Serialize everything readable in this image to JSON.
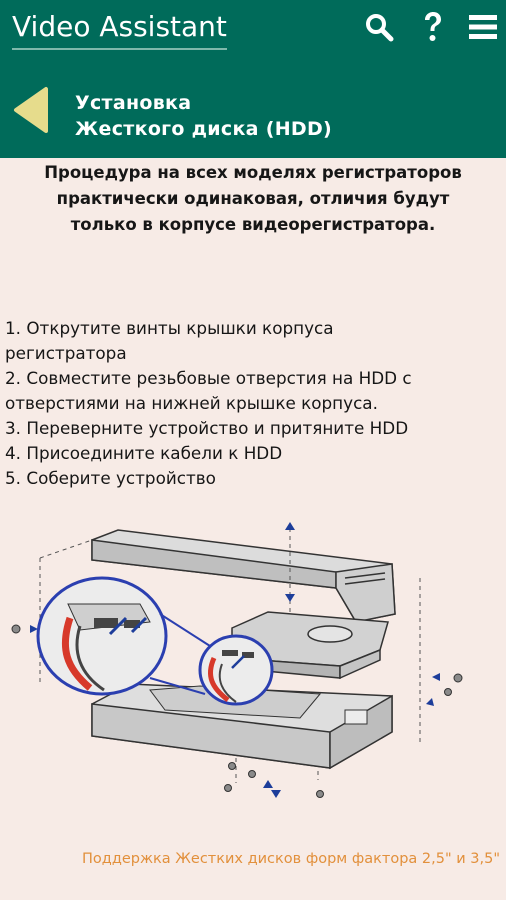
{
  "app": {
    "title": "Video Assistant"
  },
  "header": {
    "search_icon": "search-icon",
    "help_icon": "help-icon",
    "menu_icon": "menu-icon"
  },
  "page": {
    "title_line1": "Установка",
    "title_line2": "Жесткого диска (HDD)"
  },
  "intro": {
    "line1": "Процедура на всех моделях регистраторов",
    "line2": "практически одинаковая, отличия будут",
    "line3": "только в корпусе видеорегистратора."
  },
  "steps": [
    "1. Открутите винты крышки корпуса",
    "регистратора",
    "2. Совместите резьбовые отверстия на HDD с",
    "отверстиями на нижней крышке корпуса.",
    "3. Переверните устройство и притяните HDD",
    "4. Присоедините кабели к HDD",
    "5. Соберите устройство"
  ],
  "footer": {
    "note": "Поддержка Жестких дисков форм фактора 2,5\" и 3,5\""
  },
  "colors": {
    "header_bg": "#006b5a",
    "page_bg": "#f7ebe6",
    "back_arrow": "#e6dc8c",
    "footer_text": "#e2903c",
    "diagram_highlight": "#2b3fb0"
  }
}
